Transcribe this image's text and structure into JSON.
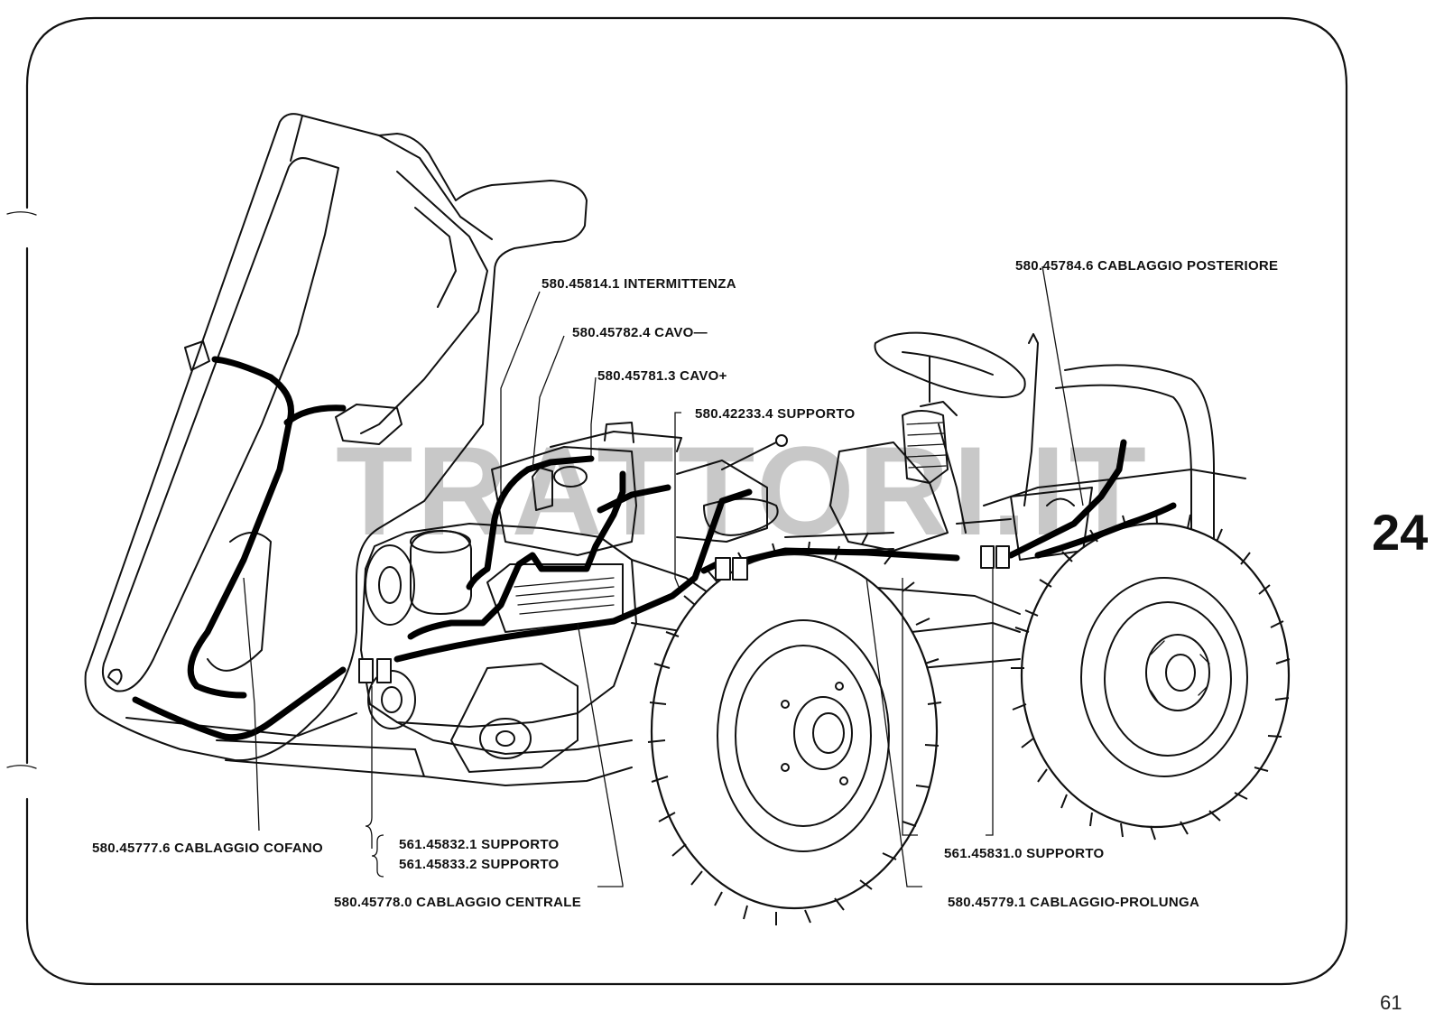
{
  "page": {
    "section_number": "24",
    "page_number": "61",
    "watermark": "TRATTORI.IT"
  },
  "labels": {
    "intermittenza": "580.45814.1 INTERMITTENZA",
    "cavo_neg": "580.45782.4 CAVO—",
    "cavo_pos": "580.45781.3 CAVO+",
    "supporto_42233": "580.42233.4 SUPPORTO",
    "cablaggio_posteriore": "580.45784.6 CABLAGGIO POSTERIORE",
    "cablaggio_cofano": "580.45777.6 CABLAGGIO COFANO",
    "supporto_45832": "561.45832.1 SUPPORTO",
    "supporto_45833": "561.45833.2 SUPPORTO",
    "cablaggio_centrale": "580.45778.0 CABLAGGIO CENTRALE",
    "supporto_45831": "561.45831.0 SUPPORTO",
    "cablaggio_prolunga": "580.45779.1 CABLAGGIO-PROLUNGA"
  }
}
